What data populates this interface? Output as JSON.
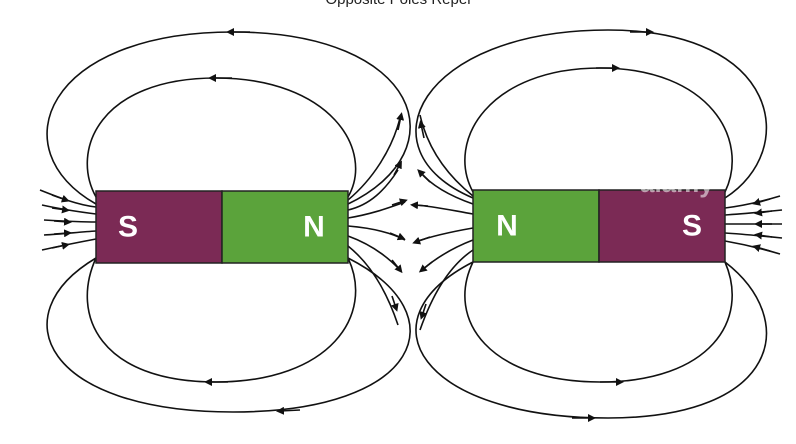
{
  "caption": "Opposite Poles Repel",
  "colors": {
    "south": "#7b2a55",
    "north": "#5ba33b",
    "outline": "#222222",
    "field_line": "#111111",
    "label": "#ffffff"
  },
  "magnets": [
    {
      "id": "left",
      "left_pole": "S",
      "right_pole": "N"
    },
    {
      "id": "right",
      "left_pole": "N",
      "right_pole": "S"
    }
  ],
  "watermark": "alamy"
}
